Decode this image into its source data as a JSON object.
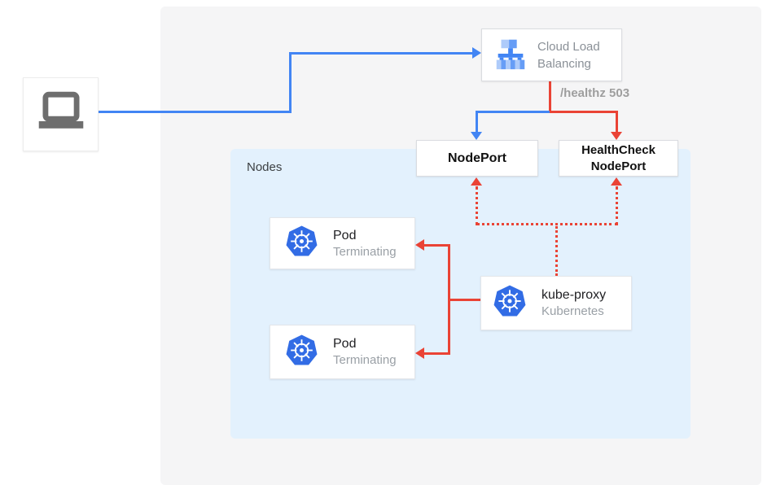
{
  "colors": {
    "blue": "#4285f4",
    "red": "#ea4335",
    "k8s-blue": "#326ce5",
    "panel-bg": "#f5f5f6",
    "nodes-bg": "#e3f1fd",
    "box-border": "#dadce0"
  },
  "client": {
    "icon": "laptop-icon"
  },
  "cloud_lb": {
    "title_line1": "Cloud Load",
    "title_line2": "Balancing",
    "icon": "cloud-load-balancing-icon"
  },
  "healthz_label": "/healthz 503",
  "nodeport": {
    "label": "NodePort"
  },
  "healthcheck_nodeport": {
    "label_line1": "HealthCheck",
    "label_line2": "NodePort"
  },
  "nodes_group": {
    "label": "Nodes"
  },
  "pods": [
    {
      "title": "Pod",
      "status": "Terminating"
    },
    {
      "title": "Pod",
      "status": "Terminating"
    }
  ],
  "kube_proxy": {
    "title": "kube-proxy",
    "subtitle": "Kubernetes"
  }
}
